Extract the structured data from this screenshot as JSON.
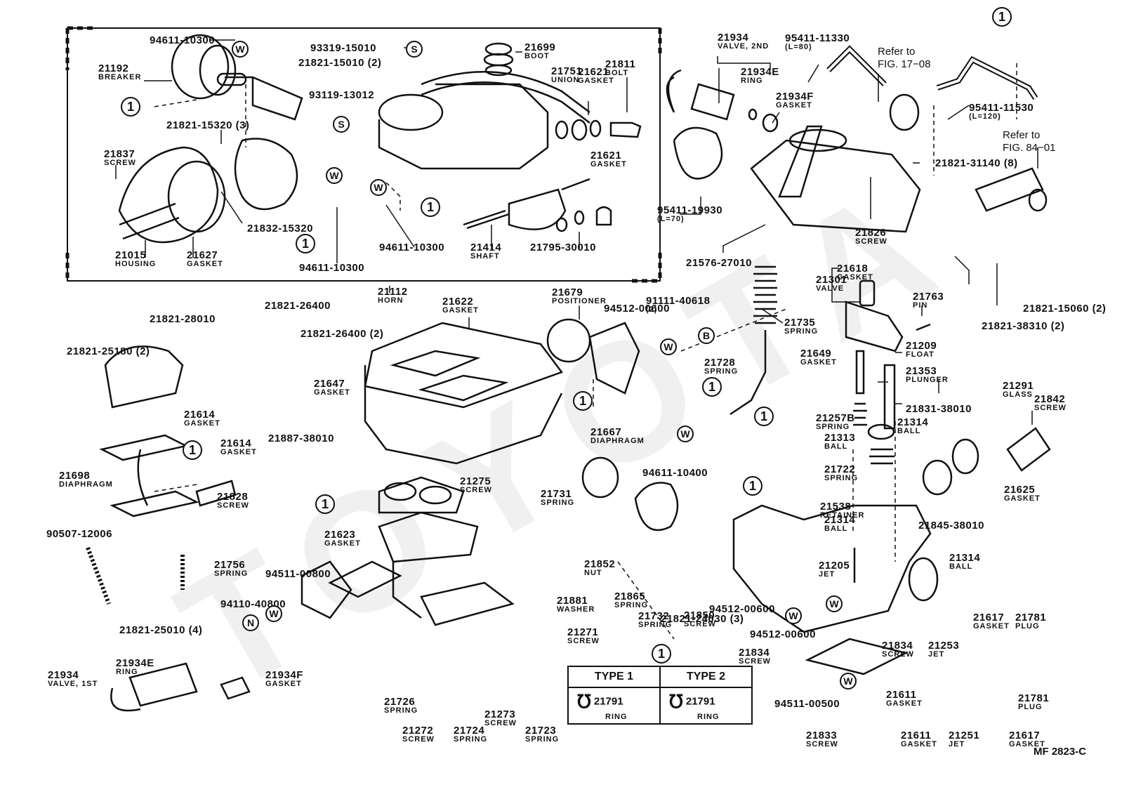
{
  "figure": {
    "code": "MF 2823-C",
    "frame_style": "dashed-box"
  },
  "symbols": {
    "clip_ref": "1",
    "washer": "W",
    "spring_washer": "S",
    "bolt": "B",
    "nut": "N"
  },
  "callouts": [
    {
      "id": "c01",
      "part": "94611-10300",
      "name": "",
      "symbol": "W"
    },
    {
      "id": "c02",
      "part": "21192",
      "name": "BREAKER"
    },
    {
      "id": "c03",
      "part": "93319-15010",
      "name": "",
      "symbol": "S"
    },
    {
      "id": "c04",
      "part": "21821-15010 (2)",
      "name": ""
    },
    {
      "id": "c05",
      "part": "21699",
      "name": "BOOT"
    },
    {
      "id": "c06",
      "part": "21811",
      "name": "BOLT"
    },
    {
      "id": "c07",
      "part": "21751",
      "name": "UNION"
    },
    {
      "id": "c08",
      "part": "21621",
      "name": "GASKET"
    },
    {
      "id": "c09",
      "part": "93119-13012",
      "name": "",
      "symbol": "S"
    },
    {
      "id": "c10",
      "part": "21821-15320 (3)",
      "name": ""
    },
    {
      "id": "c11",
      "part": "21621",
      "name": "GASKET"
    },
    {
      "id": "c12",
      "part": "21837",
      "name": "SCREW"
    },
    {
      "id": "c13",
      "part": "21832-15320",
      "name": ""
    },
    {
      "id": "c14",
      "part": "21015",
      "name": "HOUSING"
    },
    {
      "id": "c15",
      "part": "21627",
      "name": "GASKET"
    },
    {
      "id": "c16",
      "part": "94611-10300",
      "name": "",
      "symbol": "W"
    },
    {
      "id": "c17",
      "part": "94611-10300",
      "name": "",
      "symbol": "W"
    },
    {
      "id": "c18",
      "part": "21414",
      "name": "SHAFT"
    },
    {
      "id": "c19",
      "part": "21795-30010",
      "name": ""
    },
    {
      "id": "c20",
      "part": "21934",
      "name": "VALVE, 2ND"
    },
    {
      "id": "c21",
      "part": "21934E",
      "name": "RING"
    },
    {
      "id": "c22",
      "part": "21934F",
      "name": "GASKET"
    },
    {
      "id": "c23",
      "part": "95411-11330",
      "name": "(L=80)"
    },
    {
      "id": "c24",
      "part": "Refer to",
      "name": "FIG. 17−08",
      "ref": true
    },
    {
      "id": "c25",
      "part": "95411-11530",
      "name": "(L=120)"
    },
    {
      "id": "c26",
      "part": "Refer to",
      "name": "FIG. 84−01",
      "ref": true
    },
    {
      "id": "c27",
      "part": "21821-31140 (8)",
      "name": ""
    },
    {
      "id": "c28",
      "part": "95411-19930",
      "name": "(L=70)"
    },
    {
      "id": "c29",
      "part": "21826",
      "name": "SCREW"
    },
    {
      "id": "c30",
      "part": "21576-27010",
      "name": ""
    },
    {
      "id": "c31",
      "part": "21618",
      "name": "GASKET"
    },
    {
      "id": "c32",
      "part": "21301",
      "name": "VALVE"
    },
    {
      "id": "c33",
      "part": "21763",
      "name": "PIN"
    },
    {
      "id": "c34",
      "part": "21821-15060 (2)",
      "name": ""
    },
    {
      "id": "c35",
      "part": "21821-38310 (2)",
      "name": ""
    },
    {
      "id": "c36",
      "part": "21112",
      "name": "HORN"
    },
    {
      "id": "c37",
      "part": "21622",
      "name": "GASKET"
    },
    {
      "id": "c38",
      "part": "21679",
      "name": "POSITIONER"
    },
    {
      "id": "c39",
      "part": "94512-00600",
      "name": "",
      "symbol": "W"
    },
    {
      "id": "c40",
      "part": "91111-40618",
      "name": "(2)",
      "symbol": "B"
    },
    {
      "id": "c41",
      "part": "21735",
      "name": "SPRING"
    },
    {
      "id": "c42",
      "part": "21209",
      "name": "FLOAT"
    },
    {
      "id": "c43",
      "part": "21649",
      "name": "GASKET"
    },
    {
      "id": "c44",
      "part": "21353",
      "name": "PLUNGER"
    },
    {
      "id": "c45",
      "part": "21291",
      "name": "GLASS"
    },
    {
      "id": "c46",
      "part": "21831-38010",
      "name": ""
    },
    {
      "id": "c47",
      "part": "21842",
      "name": "SCREW"
    },
    {
      "id": "c48",
      "part": "21257B",
      "name": "SPRING"
    },
    {
      "id": "c49",
      "part": "21314",
      "name": "BALL"
    },
    {
      "id": "c50",
      "part": "21313",
      "name": "BALL"
    },
    {
      "id": "c51",
      "part": "21722",
      "name": "SPRING"
    },
    {
      "id": "c52",
      "part": "21625",
      "name": "GASKET"
    },
    {
      "id": "c53",
      "part": "21538",
      "name": "RETAINER"
    },
    {
      "id": "c54",
      "part": "21314",
      "name": "BALL"
    },
    {
      "id": "c55",
      "part": "21845-38010",
      "name": ""
    },
    {
      "id": "c56",
      "part": "21314",
      "name": "BALL"
    },
    {
      "id": "c57",
      "part": "21205",
      "name": "JET"
    },
    {
      "id": "c58",
      "part": "21821-28010",
      "name": ""
    },
    {
      "id": "c59",
      "part": "21821-26400",
      "name": ""
    },
    {
      "id": "c60",
      "part": "21821-26400 (2)",
      "name": ""
    },
    {
      "id": "c61",
      "part": "21821-25180 (2)",
      "name": ""
    },
    {
      "id": "c62",
      "part": "21647",
      "name": "GASKET"
    },
    {
      "id": "c63",
      "part": "21614",
      "name": "GASKET"
    },
    {
      "id": "c64",
      "part": "21614",
      "name": "GASKET"
    },
    {
      "id": "c65",
      "part": "21887-38010",
      "name": ""
    },
    {
      "id": "c66",
      "part": "21728",
      "name": "SPRING"
    },
    {
      "id": "c67",
      "part": "21667",
      "name": "DIAPHRAGM"
    },
    {
      "id": "c68",
      "part": "94611-10400",
      "name": "",
      "symbol": "W"
    },
    {
      "id": "c69",
      "part": "21698",
      "name": "DIAPHRAGM"
    },
    {
      "id": "c70",
      "part": "21828",
      "name": "SCREW"
    },
    {
      "id": "c71",
      "part": "21275",
      "name": "SCREW"
    },
    {
      "id": "c72",
      "part": "21731",
      "name": "SPRING"
    },
    {
      "id": "c73",
      "part": "21623",
      "name": "GASKET"
    },
    {
      "id": "c74",
      "part": "90507-12006",
      "name": ""
    },
    {
      "id": "c75",
      "part": "21756",
      "name": "SPRING"
    },
    {
      "id": "c76",
      "part": "94511-00800",
      "name": "",
      "symbol": "W"
    },
    {
      "id": "c77",
      "part": "94110-40800",
      "name": "",
      "symbol": "N"
    },
    {
      "id": "c78",
      "part": "21821-25010 (4)",
      "name": ""
    },
    {
      "id": "c79",
      "part": "21852",
      "name": "NUT"
    },
    {
      "id": "c80",
      "part": "21881",
      "name": "WASHER"
    },
    {
      "id": "c81",
      "part": "21865",
      "name": "SPRING"
    },
    {
      "id": "c82",
      "part": "21821-24030 (3)",
      "name": ""
    },
    {
      "id": "c83",
      "part": "94512-00600",
      "name": "",
      "symbol": "W"
    },
    {
      "id": "c84",
      "part": "94512-00600",
      "name": "",
      "symbol": "W"
    },
    {
      "id": "c85",
      "part": "21834",
      "name": "SCREW"
    },
    {
      "id": "c86",
      "part": "21834",
      "name": "SCREW"
    },
    {
      "id": "c87",
      "part": "21934E",
      "name": "RING"
    },
    {
      "id": "c88",
      "part": "21934F",
      "name": "GASKET"
    },
    {
      "id": "c89",
      "part": "21934",
      "name": "VALVE, 1ST"
    },
    {
      "id": "c90",
      "part": "21271",
      "name": "SCREW"
    },
    {
      "id": "c91",
      "part": "21732",
      "name": "SPRING"
    },
    {
      "id": "c92",
      "part": "21850",
      "name": "SCREW"
    },
    {
      "id": "c93",
      "part": "21726",
      "name": "SPRING"
    },
    {
      "id": "c94",
      "part": "21272",
      "name": "SCREW"
    },
    {
      "id": "c95",
      "part": "21724",
      "name": "SPRING"
    },
    {
      "id": "c96",
      "part": "21273",
      "name": "SCREW"
    },
    {
      "id": "c97",
      "part": "21723",
      "name": "SPRING"
    },
    {
      "id": "c98",
      "part": "94511-00500",
      "name": "",
      "symbol": "W"
    },
    {
      "id": "c99",
      "part": "21833",
      "name": "SCREW"
    },
    {
      "id": "c100",
      "part": "21253",
      "name": "JET"
    },
    {
      "id": "c101",
      "part": "21611",
      "name": "GASKET"
    },
    {
      "id": "c102",
      "part": "21611",
      "name": "GASKET"
    },
    {
      "id": "c103",
      "part": "21251",
      "name": "JET"
    },
    {
      "id": "c104",
      "part": "21617",
      "name": "GASKET"
    },
    {
      "id": "c105",
      "part": "21781",
      "name": "PLUG"
    },
    {
      "id": "c106",
      "part": "21617",
      "name": "GASKET"
    },
    {
      "id": "c107",
      "part": "21781",
      "name": "PLUG"
    }
  ],
  "legend": {
    "ref_symbol": "1",
    "columns": [
      {
        "header": "TYPE 1",
        "part": "21791",
        "name": "RING"
      },
      {
        "header": "TYPE 2",
        "part": "21791",
        "name": "RING"
      }
    ]
  }
}
